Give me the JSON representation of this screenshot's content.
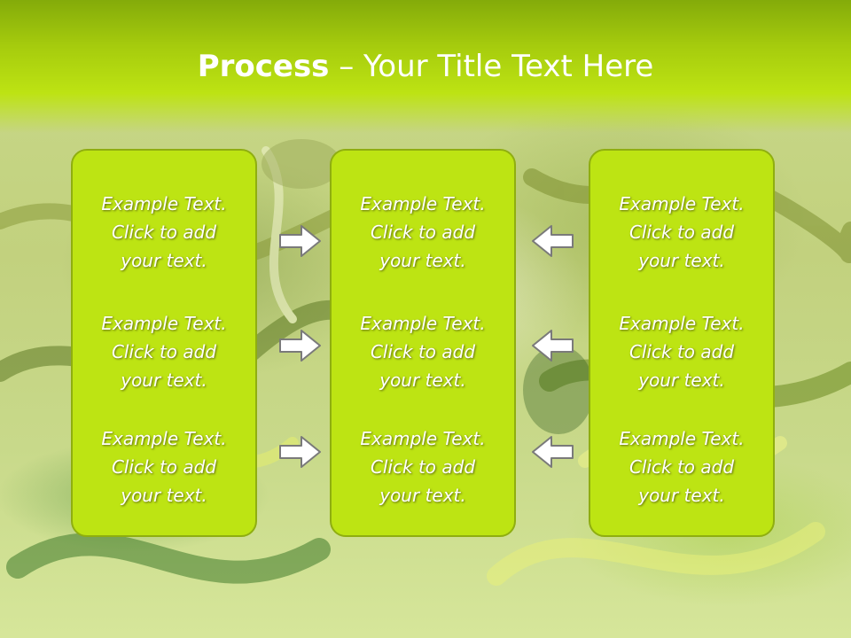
{
  "slide": {
    "title_bold": "Process",
    "title_rest": " – Your Title Text Here",
    "colors": {
      "header": "#a6cc0d",
      "card_fill": "#bde413",
      "card_border": "#8fae10",
      "text": "#ffffff",
      "arrow_fill": "#ffffff",
      "arrow_stroke": "#7a7a7a"
    },
    "columns": [
      {
        "items": [
          {
            "line1": "Example Text.",
            "line2": "Click  to add",
            "line3": "your text."
          },
          {
            "line1": "Example Text.",
            "line2": "Click  to add",
            "line3": "your text."
          },
          {
            "line1": "Example Text.",
            "line2": "Click  to add",
            "line3": "your text."
          }
        ]
      },
      {
        "items": [
          {
            "line1": "Example Text.",
            "line2": "Click  to add",
            "line3": "your text."
          },
          {
            "line1": "Example Text.",
            "line2": "Click  to add",
            "line3": "your text."
          },
          {
            "line1": "Example Text.",
            "line2": "Click  to add",
            "line3": "your text."
          }
        ]
      },
      {
        "items": [
          {
            "line1": "Example Text.",
            "line2": "Click  to add",
            "line3": "your text."
          },
          {
            "line1": "Example Text.",
            "line2": "Click  to add",
            "line3": "your text."
          },
          {
            "line1": "Example Text.",
            "line2": "Click  to add",
            "line3": "your text."
          }
        ]
      }
    ],
    "arrows": {
      "left_set": {
        "direction": "right",
        "icon": "arrow-right-icon"
      },
      "right_set": {
        "direction": "left",
        "icon": "arrow-left-icon"
      }
    }
  }
}
